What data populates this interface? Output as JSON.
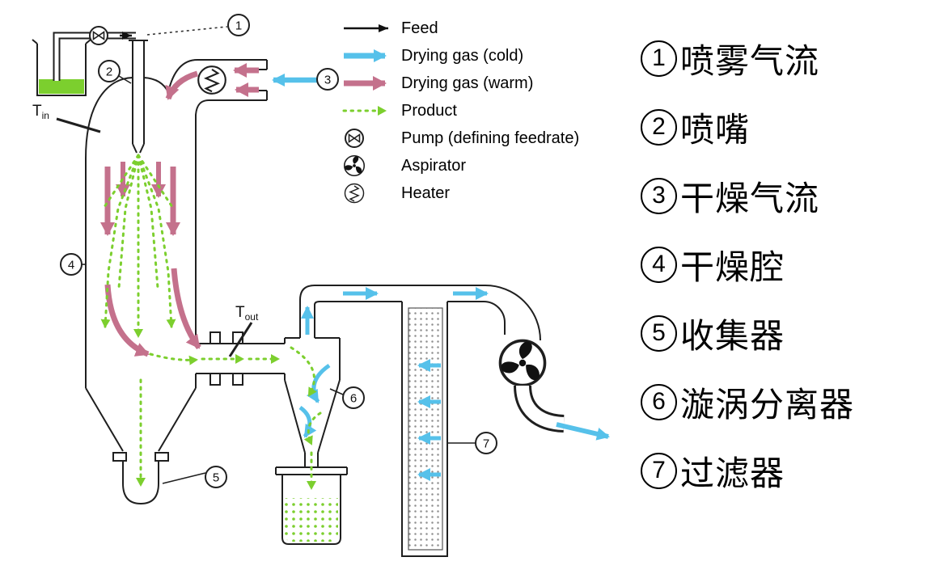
{
  "legend": {
    "feed": "Feed",
    "cold": "Drying gas (cold)",
    "warm": "Drying gas (warm)",
    "product": "Product",
    "pump": "Pump (defining feedrate)",
    "aspirator": "Aspirator",
    "heater": "Heater"
  },
  "diagram": {
    "t_in": {
      "base": "T",
      "sub": "in"
    },
    "t_out": {
      "base": "T",
      "sub": "out"
    },
    "callouts": {
      "c1": "1",
      "c2": "2",
      "c3": "3",
      "c4": "4",
      "c5": "5",
      "c6": "6",
      "c7": "7"
    }
  },
  "labels": [
    {
      "num": "1",
      "text": "喷雾气流"
    },
    {
      "num": "2",
      "text": "喷嘴"
    },
    {
      "num": "3",
      "text": "干燥气流"
    },
    {
      "num": "4",
      "text": "干燥腔"
    },
    {
      "num": "5",
      "text": "收集器"
    },
    {
      "num": "6",
      "text": "漩涡分离器"
    },
    {
      "num": "7",
      "text": "过滤器"
    }
  ],
  "colors": {
    "cold": "#56c1ea",
    "warm": "#c4718c",
    "product": "#7ccf2e"
  }
}
